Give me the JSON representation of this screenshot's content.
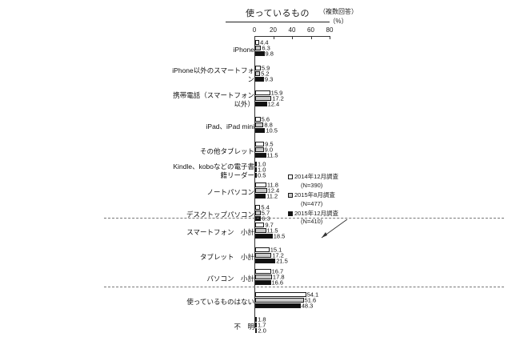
{
  "header": {
    "title": "使っているもの",
    "multiple_answer": "（複数回答）",
    "unit": "（%）"
  },
  "legend": [
    {
      "label": "2014年12月調査",
      "n": "(N=390)",
      "marker": "white-square-icon"
    },
    {
      "label": "2015年8月調査",
      "n": "(N=477)",
      "marker": "gray-square-icon"
    },
    {
      "label": "2015年12月調査",
      "n": "(N=410)",
      "marker": "black-square-icon"
    }
  ],
  "axis": {
    "ticks": [
      "0",
      "20",
      "40",
      "60",
      "80"
    ],
    "min": 0,
    "max": 80
  },
  "chart_data": {
    "type": "bar",
    "title": "使っているもの",
    "subtitle": "（複数回答）",
    "xlabel": "（%）",
    "ylabel": "",
    "orientation": "horizontal",
    "xlim": [
      0,
      80
    ],
    "xticks": [
      0,
      20,
      40,
      60,
      80
    ],
    "grid": false,
    "legend_position": "right-middle",
    "categories": [
      "iPhone",
      "iPhone以外のスマートフォン",
      "携帯電話（スマートフォン以外）",
      "iPad、iPad mini",
      "その他タブレット",
      "Kindle、koboなどの電子書籍リーダー",
      "ノートパソコン",
      "デスクトップパソコン",
      "スマートフォン　小計",
      "タブレット　小計",
      "パソコン　小計",
      "使っているものはない",
      "不　明"
    ],
    "series": [
      {
        "name": "2014年12月調査",
        "n": 390,
        "values": [
          4.4,
          5.9,
          15.9,
          5.6,
          9.5,
          1.0,
          11.8,
          5.4,
          9.7,
          15.1,
          16.7,
          54.1,
          1.8
        ]
      },
      {
        "name": "2015年8月調査",
        "n": 477,
        "values": [
          6.3,
          5.2,
          17.2,
          8.8,
          9.0,
          1.0,
          12.4,
          5.7,
          11.5,
          17.2,
          17.8,
          51.6,
          1.7
        ]
      },
      {
        "name": "2015年12月調査",
        "n": 410,
        "values": [
          9.8,
          9.3,
          12.4,
          10.5,
          11.5,
          0.5,
          11.2,
          6.3,
          18.5,
          21.5,
          16.6,
          48.3,
          2.0
        ]
      }
    ]
  },
  "rows": [
    {
      "label": "iPhone",
      "label2": "",
      "v": [
        "4.4",
        "6.3",
        "9.8"
      ]
    },
    {
      "label": "iPhone以外のスマートフォ",
      "label2": "ン",
      "v": [
        "5.9",
        "5.2",
        "9.3"
      ]
    },
    {
      "label": "携帯電話（スマートフォン",
      "label2": "以外）",
      "v": [
        "15.9",
        "17.2",
        "12.4"
      ]
    },
    {
      "label": "iPad、iPad mini",
      "label2": "",
      "v": [
        "5.6",
        "8.8",
        "10.5"
      ]
    },
    {
      "label": "その他タブレット",
      "label2": "",
      "v": [
        "9.5",
        "9.0",
        "11.5"
      ]
    },
    {
      "label": "Kindle、koboなどの電子書",
      "label2": "籍リーダー",
      "v": [
        "1.0",
        "1.0",
        "0.5"
      ]
    },
    {
      "label": "ノートパソコン",
      "label2": "",
      "v": [
        "11.8",
        "12.4",
        "11.2"
      ]
    },
    {
      "label": "デスクトップパソコン",
      "label2": "",
      "v": [
        "5.4",
        "5.7",
        "6.3"
      ]
    },
    {
      "label": "スマートフォン　小計",
      "label2": "",
      "v": [
        "9.7",
        "11.5",
        "18.5"
      ]
    },
    {
      "label": "タブレット　小計",
      "label2": "",
      "v": [
        "15.1",
        "17.2",
        "21.5"
      ]
    },
    {
      "label": "パソコン　小計",
      "label2": "",
      "v": [
        "16.7",
        "17.8",
        "16.6"
      ]
    },
    {
      "label": "使っているものはない",
      "label2": "",
      "v": [
        "54.1",
        "51.6",
        "48.3"
      ]
    },
    {
      "label": "不　明",
      "label2": "",
      "v": [
        "1.8",
        "1.7",
        "2.0"
      ]
    }
  ]
}
